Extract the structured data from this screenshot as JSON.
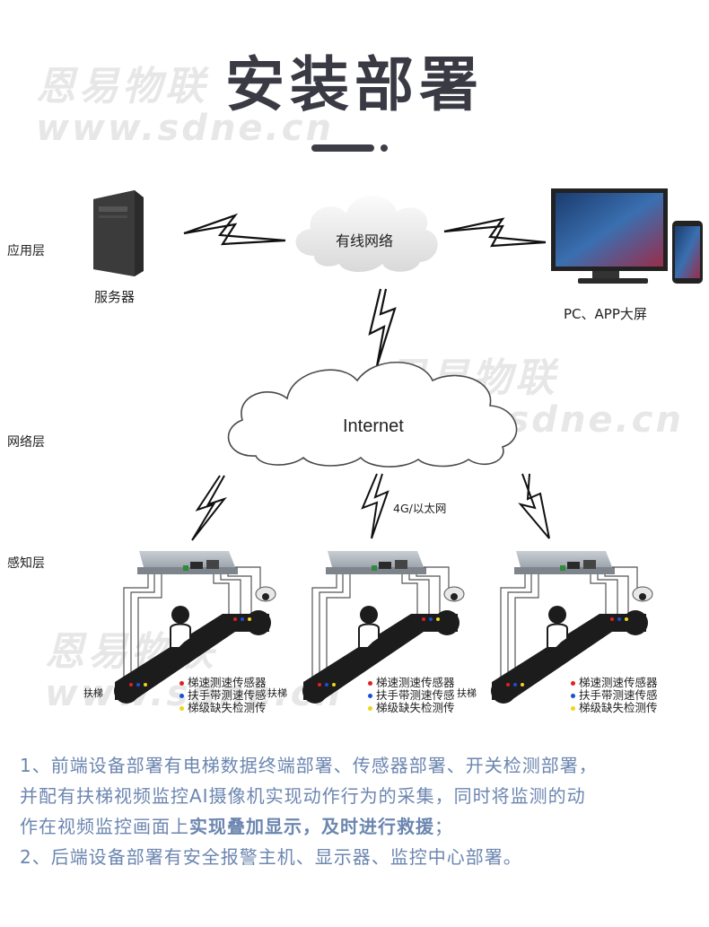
{
  "title": "安装部署",
  "watermark": {
    "cn": "恩易物联",
    "en": "www.sdne.cn"
  },
  "layers": {
    "app": "应用层",
    "network": "网络层",
    "sense": "感知层"
  },
  "nodes": {
    "server": "服务器",
    "wired_network": "有线网络",
    "pc_app": "PC、APP大屏",
    "internet": "Internet",
    "link_4g": "4G/以太网",
    "escalator": "扶梯"
  },
  "legend": [
    {
      "label": "梯速测速传感器",
      "color": "#e02020"
    },
    {
      "label": "扶手带测速传感",
      "color": "#1a4fd6"
    },
    {
      "label": "梯级缺失检测传",
      "color": "#f2d21a"
    }
  ],
  "description": {
    "line1_a": "1、前端设备部署有电梯数据终端部署、传感器部署、开关检测部署，",
    "line1_b": "并配有扶梯视频监控AI摄像机实现动作行为的采集，同时将监测的动",
    "line1_c": "作在视频监控画面上",
    "line1_bold": "实现叠加显示，及时进行救援",
    "line1_end": "；",
    "line2": "2、后端设备部署有安全报警主机、显示器、监控中心部署。"
  }
}
